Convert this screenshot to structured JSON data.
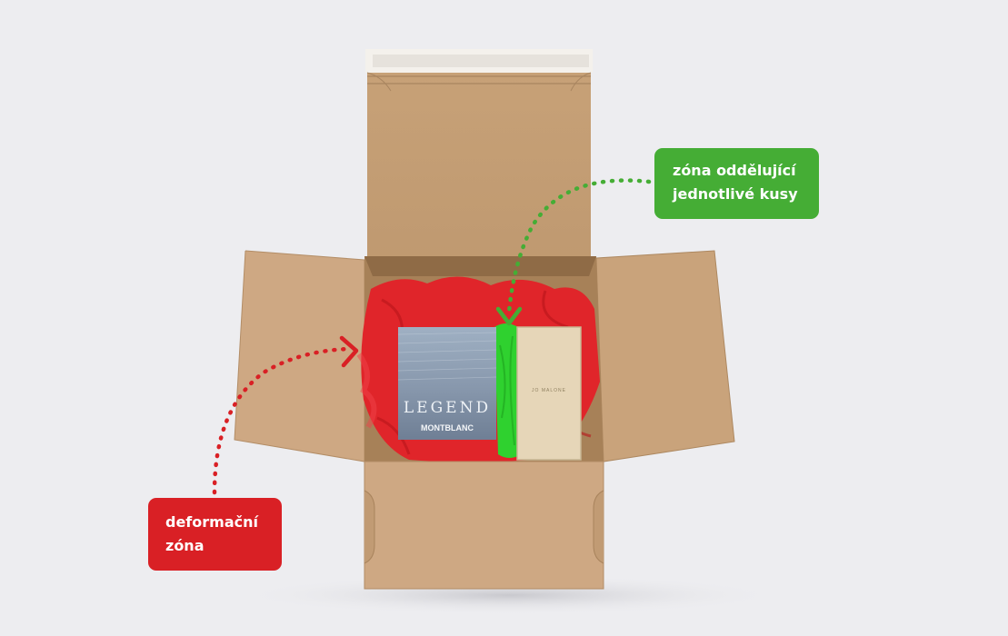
{
  "labels": {
    "separating_zone": {
      "line1": "zóna oddělující",
      "line2": "jednotlivé kusy",
      "color": "#45ad35"
    },
    "deformation_zone": {
      "line1": "deformační",
      "line2": "zóna",
      "color": "#d92025"
    }
  },
  "products": {
    "left_box": {
      "title": "LEGEND",
      "brand": "MONTBLANC",
      "colors": [
        "#a9b6c6",
        "#7d8da3"
      ]
    },
    "right_box": {
      "brand": "JO MALONE",
      "color": "#e6d6b8"
    }
  },
  "colors": {
    "background": "#ededf0",
    "cardboard": "#c9a57c",
    "tissue_red": "#e0252a",
    "tissue_green": "#2fd12f"
  }
}
